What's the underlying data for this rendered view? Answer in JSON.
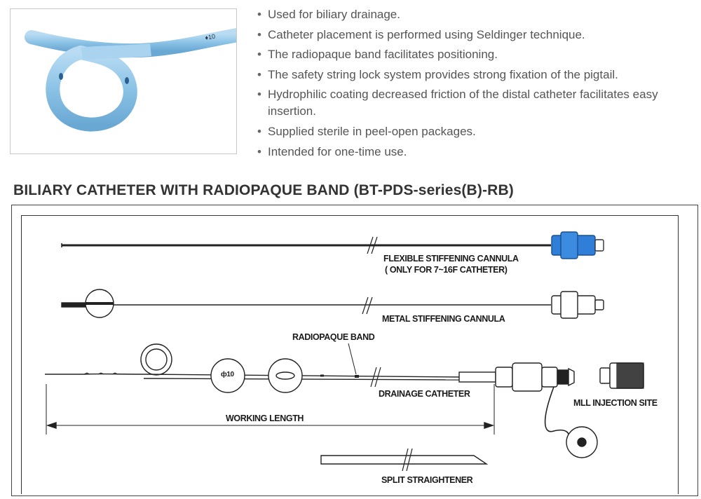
{
  "features": [
    "Used for biliary drainage.",
    "Catheter placement is performed using Seldinger technique.",
    "The radiopaque band facilitates positioning.",
    "The safety string lock system provides strong fixation of the pigtail.",
    "Hydrophilic coating decreased friction of the distal catheter facilitates easy insertion.",
    "Supplied sterile in peel-open packages.",
    "Intended for one-time use."
  ],
  "product_title": "BILIARY CATHETER WITH RADIOPAQUE BAND (BT-PDS-series(B)-RB)",
  "diagram": {
    "flexible_cannula": "FLEXIBLE STIFFENING CANNULA",
    "flexible_cannula_note": "( ONLY FOR 7~16F CATHETER)",
    "metal_cannula": "METAL STIFFENING CANNULA",
    "radiopaque_band": "RADIOPAQUE BAND",
    "drainage_catheter": "DRAINAGE CATHETER",
    "mll_injection_site": "MLL INJECTION SITE",
    "working_length": "WORKING LENGTH",
    "split_straightener": "SPLIT STRAIGHTENER",
    "size_marker": "ф10"
  },
  "colors": {
    "catheter_blue": "#8cc3e6",
    "hub_blue": "#2f7fd8",
    "text": "#555555"
  }
}
